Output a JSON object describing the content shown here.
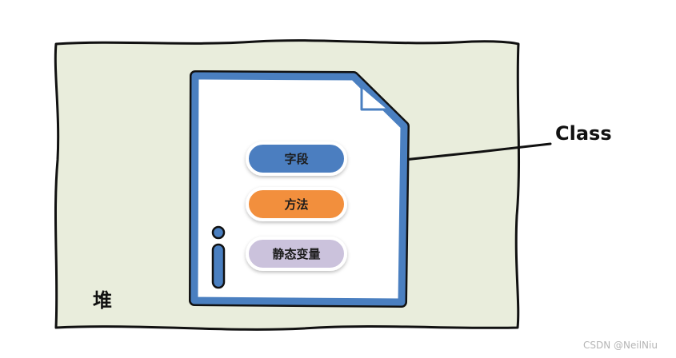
{
  "heap": {
    "label": "堆",
    "fill_color": "#e9eddc"
  },
  "class_file": {
    "label": "Class",
    "border_color": "#4a7fc0",
    "fields": [
      {
        "label": "字段",
        "color": "#4c7ec0"
      },
      {
        "label": "方法",
        "color": "#f28f3c"
      },
      {
        "label": "静态变量",
        "color": "#cbc2dc"
      }
    ],
    "info_icon": "info-icon"
  },
  "watermark": {
    "text": "CSDN @NeilNiu"
  }
}
